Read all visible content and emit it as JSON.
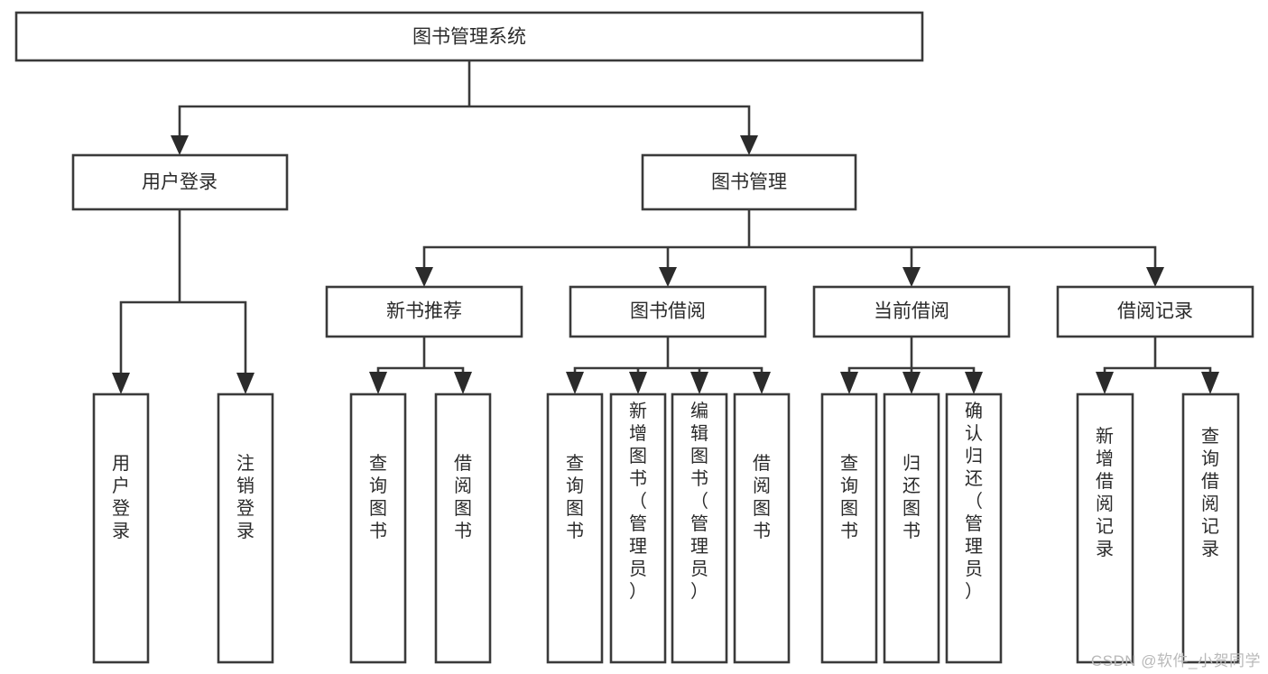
{
  "diagram": {
    "title": "图书管理系统",
    "type": "tree-hierarchy",
    "watermark": "CSDN @软件_小贺同学",
    "colors": {
      "background": "#ffffff",
      "box_stroke": "#3a3a3a",
      "box_fill": "#ffffff",
      "connector": "#3a3a3a",
      "text": "#2b2b2b",
      "watermark": "#b9b9b9"
    },
    "nodes": {
      "root": {
        "label": "图书管理系统",
        "orientation": "horizontal"
      },
      "level2": [
        {
          "label": "用户登录",
          "orientation": "horizontal"
        },
        {
          "label": "图书管理",
          "orientation": "horizontal"
        }
      ],
      "level3": [
        {
          "label": "新书推荐",
          "orientation": "horizontal"
        },
        {
          "label": "图书借阅",
          "orientation": "horizontal"
        },
        {
          "label": "当前借阅",
          "orientation": "horizontal"
        },
        {
          "label": "借阅记录",
          "orientation": "horizontal"
        }
      ],
      "leaves_user_login": [
        {
          "label": "用户登录",
          "orientation": "vertical"
        },
        {
          "label": "注销登录",
          "orientation": "vertical"
        }
      ],
      "leaves_new_book": [
        {
          "label": "查询图书",
          "orientation": "vertical"
        },
        {
          "label": "借阅图书",
          "orientation": "vertical"
        }
      ],
      "leaves_borrow": [
        {
          "label": "查询图书",
          "orientation": "vertical"
        },
        {
          "label": "新增图书（管理员）",
          "orientation": "vertical"
        },
        {
          "label": "编辑图书（管理员）",
          "orientation": "vertical"
        },
        {
          "label": "借阅图书",
          "orientation": "vertical"
        }
      ],
      "leaves_current": [
        {
          "label": "查询图书",
          "orientation": "vertical"
        },
        {
          "label": "归还图书",
          "orientation": "vertical"
        },
        {
          "label": "确认归还（管理员）",
          "orientation": "vertical"
        }
      ],
      "leaves_records": [
        {
          "label": "新增借阅记录",
          "orientation": "vertical"
        },
        {
          "label": "查询借阅记录",
          "orientation": "vertical"
        }
      ]
    }
  }
}
